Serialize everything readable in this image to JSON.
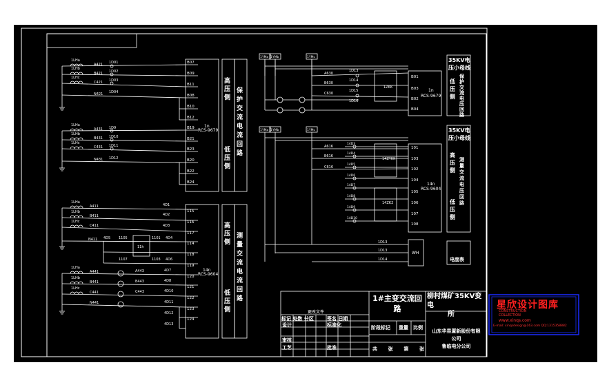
{
  "colors": {
    "background": "#000000",
    "page": "#ffffff",
    "lines": "#ffffff",
    "watermark_border": "#1a2cff",
    "watermark_title": "#ff2020",
    "watermark_text": "#ff3030"
  },
  "title_block": {
    "drawing_title_l1": "1#主变交流回",
    "drawing_title_l2": "路",
    "project_l1": "柳村煤矿35KV变电",
    "project_l2": "所",
    "company_l1": "山东华昱置新股份有限",
    "company_l2": "公司",
    "company_l3": "鲁临电分公司",
    "cells": {
      "revision_marks": "标记",
      "count": "处数",
      "zone": "分区",
      "change_doc": "更改文件",
      "signature": "签名",
      "date": "日期",
      "design": "设计",
      "standardize": "标准化",
      "review": "审核",
      "process": "工艺",
      "approve": "批准",
      "stage_mark": "阶段标记",
      "weight": "重量",
      "scale": "比例",
      "sheet_total": "共",
      "sheet_no": "张",
      "sheet_of": "第",
      "sheet_page": "张"
    }
  },
  "left_sections": {
    "top_panel": {
      "device": "1n",
      "device_model": "RCS-9679",
      "side_high": "高压侧",
      "side_low": "低压侧",
      "function": "保护交流电流回路"
    },
    "bottom_panel": {
      "device": "14n",
      "device_model": "RCS-9604",
      "side_high": "高压侧",
      "side_low": "低压侧",
      "function": "测量交流电流回路"
    }
  },
  "right_sections": {
    "top_box": {
      "title": "35KV电压小母线",
      "side": "低压侧",
      "function": "保护交流电压回路",
      "device": "1n",
      "device_model": "RCS-9679"
    },
    "bottom_box": {
      "title": "35KV电压小母线",
      "side_high": "高压侧",
      "side_low": "低压侧",
      "function": "测量交流电压回路",
      "device": "14n",
      "device_model": "RCS-9604"
    },
    "meter_box": "电度表",
    "wh_meter": "WH"
  },
  "terminals": {
    "top": [
      "B07",
      "B09",
      "B11",
      "B08",
      "B10",
      "B12",
      "B19",
      "B21",
      "B23",
      "B20",
      "B22",
      "B24"
    ],
    "bottom": [
      "115",
      "116",
      "117",
      "114",
      "118",
      "119",
      "120",
      "121",
      "122",
      "123",
      "124"
    ],
    "right_top": [
      "B01",
      "B03",
      "B02",
      "B04"
    ],
    "right_mid": [
      "101",
      "103",
      "102",
      "104",
      "105",
      "106",
      "107",
      "108"
    ]
  },
  "labels": {
    "bus_top": [
      "1YMa",
      "1YMb",
      "1YMc"
    ],
    "bus_mid": [
      "1YMa",
      "1YMb",
      "1YMc"
    ],
    "phases_top": [
      "A630",
      "B630",
      "C630"
    ],
    "phases_mid": [
      "A616",
      "B616",
      "C616"
    ],
    "ct_top": [
      "1LHa",
      "1LHb",
      "1LHc"
    ],
    "ct_mid": [
      "1LHa",
      "1LHb",
      "1LHc"
    ],
    "ct_bottom": [
      "1LHa",
      "1LHb",
      "1LHc"
    ],
    "ct_bottom2": [
      "1LHa",
      "1LHb",
      "1LHc"
    ]
  },
  "watermark": {
    "title": "星欣设计图库",
    "sub1": "CONSTRUCTION",
    "sub2": "COLLECTION",
    "site": "www.xinqs.com",
    "email": "E-mail: xinqsdesign@163.com  QQ:1315358882"
  }
}
